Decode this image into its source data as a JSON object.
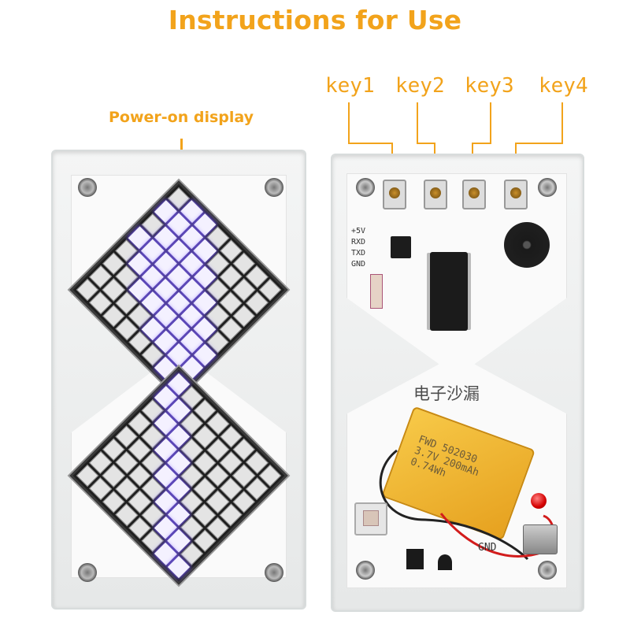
{
  "header": {
    "title": "Instructions for Use"
  },
  "left_panel": {
    "label": "Power-on display"
  },
  "right_panel": {
    "keys": [
      {
        "label": "key1"
      },
      {
        "label": "key2"
      },
      {
        "label": "key3"
      },
      {
        "label": "key4"
      }
    ],
    "board_text": "电子沙漏",
    "pin_labels": [
      "+5V",
      "RXD",
      "TXD",
      "GND"
    ],
    "battery_text": [
      "FWD 502030",
      "3.7V 200mAh",
      "0.74Wh"
    ],
    "gnd_label": "GND"
  },
  "colors": {
    "accent": "#f2a31b",
    "led_on": "#f4f1ff",
    "led_glow": "#7a5cff",
    "led_off": "#2b2b2b",
    "battery": "#f0b424"
  },
  "matrix": {
    "top_lit_rows": [
      [
        0,
        1,
        1,
        0,
        0,
        0,
        0,
        0
      ],
      [
        1,
        1,
        1,
        1,
        0,
        0,
        0,
        0
      ],
      [
        0,
        1,
        1,
        1,
        1,
        0,
        0,
        0
      ],
      [
        1,
        1,
        1,
        1,
        1,
        1,
        0,
        0
      ],
      [
        0,
        1,
        1,
        1,
        1,
        1,
        1,
        0
      ],
      [
        0,
        0,
        1,
        1,
        1,
        1,
        1,
        1
      ],
      [
        0,
        0,
        0,
        0,
        1,
        1,
        1,
        1
      ],
      [
        0,
        0,
        0,
        0,
        0,
        0,
        1,
        0
      ]
    ],
    "bottom_lit_rows": [
      [
        1,
        0,
        0,
        0,
        0,
        0,
        0,
        0
      ],
      [
        1,
        1,
        0,
        0,
        0,
        0,
        0,
        0
      ],
      [
        0,
        1,
        1,
        0,
        0,
        0,
        0,
        0
      ],
      [
        0,
        0,
        1,
        1,
        0,
        0,
        0,
        0
      ],
      [
        0,
        0,
        0,
        1,
        1,
        0,
        0,
        0
      ],
      [
        0,
        0,
        0,
        0,
        1,
        1,
        0,
        0
      ],
      [
        0,
        0,
        0,
        0,
        0,
        1,
        1,
        0
      ],
      [
        0,
        0,
        0,
        0,
        0,
        0,
        1,
        1
      ]
    ]
  }
}
